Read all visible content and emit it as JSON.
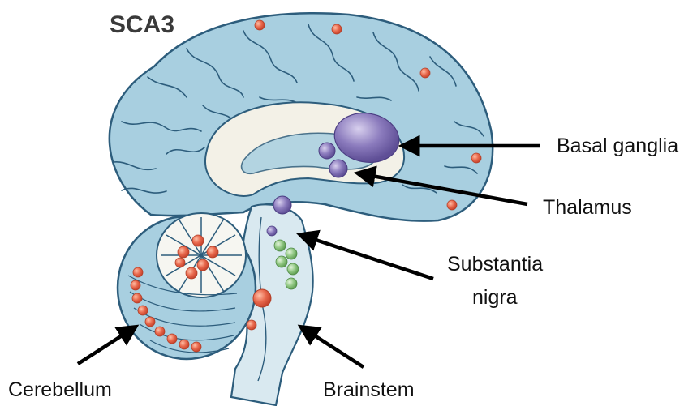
{
  "title": "SCA3",
  "labels": {
    "basal_ganglia": "Basal ganglia",
    "thalamus": "Thalamus",
    "substantia_nigra_line1": "Substantia",
    "substantia_nigra_line2": "nigra",
    "cerebellum": "Cerebellum",
    "brainstem": "Brainstem"
  },
  "colors": {
    "brain_fill": "#a8cfe0",
    "brain_outline": "#2d5d7c",
    "white_matter": "#f3f1e7",
    "lesion_orange": "#e96a4e",
    "lesion_purple": "#7b6aad",
    "lesion_green": "#8bc37d"
  }
}
